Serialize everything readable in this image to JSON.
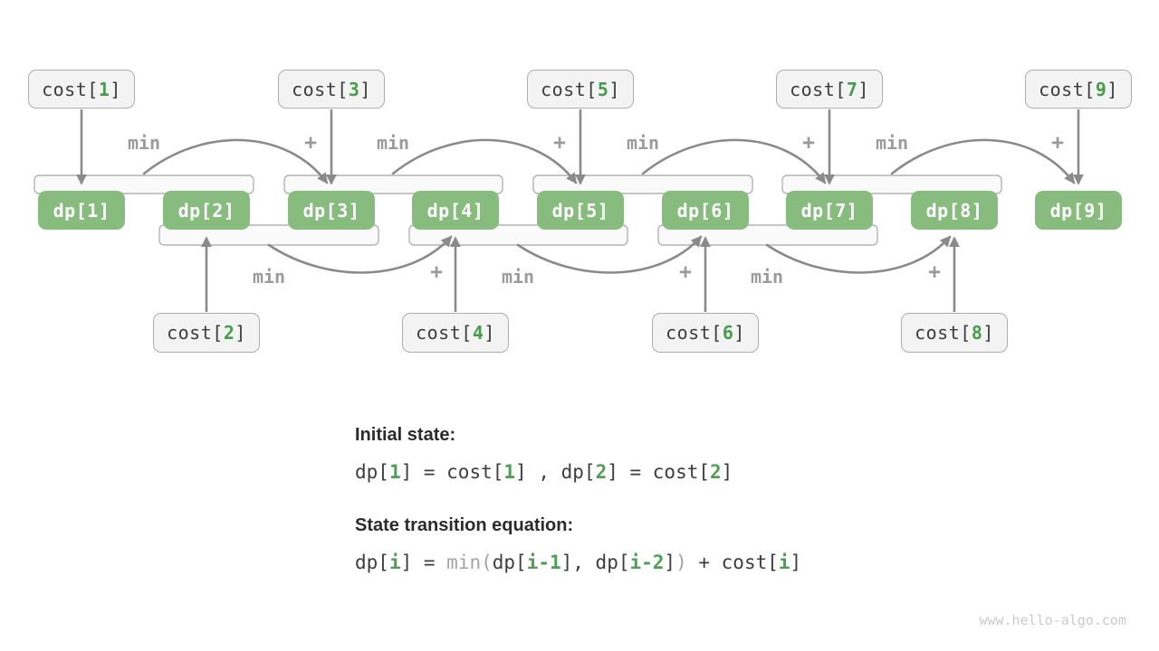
{
  "diagram": {
    "dp_boxes": [
      {
        "pre": "dp[",
        "num": "1",
        "suf": "]"
      },
      {
        "pre": "dp[",
        "num": "2",
        "suf": "]"
      },
      {
        "pre": "dp[",
        "num": "3",
        "suf": "]"
      },
      {
        "pre": "dp[",
        "num": "4",
        "suf": "]"
      },
      {
        "pre": "dp[",
        "num": "5",
        "suf": "]"
      },
      {
        "pre": "dp[",
        "num": "6",
        "suf": "]"
      },
      {
        "pre": "dp[",
        "num": "7",
        "suf": "]"
      },
      {
        "pre": "dp[",
        "num": "8",
        "suf": "]"
      },
      {
        "pre": "dp[",
        "num": "9",
        "suf": "]"
      }
    ],
    "cost_boxes_top": [
      {
        "pre": "cost[",
        "num": "1",
        "suf": "]"
      },
      {
        "pre": "cost[",
        "num": "3",
        "suf": "]"
      },
      {
        "pre": "cost[",
        "num": "5",
        "suf": "]"
      },
      {
        "pre": "cost[",
        "num": "7",
        "suf": "]"
      },
      {
        "pre": "cost[",
        "num": "9",
        "suf": "]"
      }
    ],
    "cost_boxes_bottom": [
      {
        "pre": "cost[",
        "num": "2",
        "suf": "]"
      },
      {
        "pre": "cost[",
        "num": "4",
        "suf": "]"
      },
      {
        "pre": "cost[",
        "num": "6",
        "suf": "]"
      },
      {
        "pre": "cost[",
        "num": "8",
        "suf": "]"
      }
    ],
    "op_labels": {
      "min": "min",
      "plus": "+"
    }
  },
  "notes": {
    "initial": {
      "title": "Initial state:",
      "segments": [
        {
          "text": "dp["
        },
        {
          "text": "1"
        },
        {
          "text": "] = cost["
        },
        {
          "text": "1"
        },
        {
          "text": "] , dp["
        },
        {
          "text": "2"
        },
        {
          "text": "] = cost["
        },
        {
          "text": "2"
        },
        {
          "text": "]"
        }
      ]
    },
    "transition": {
      "title": "State transition equation:",
      "segments": [
        {
          "text": "dp["
        },
        {
          "text": "i"
        },
        {
          "text": "] = "
        },
        {
          "text": "min("
        },
        {
          "text": "dp["
        },
        {
          "text": "i-1"
        },
        {
          "text": "], dp["
        },
        {
          "text": "i-2"
        },
        {
          "text": "]"
        },
        {
          "text": ")"
        },
        {
          "text": " + cost["
        },
        {
          "text": "i"
        },
        {
          "text": "]"
        }
      ]
    }
  },
  "watermark": "www.hello-algo.com",
  "colors": {
    "node_green": "#87BC7E",
    "accent_green": "#479B4C",
    "text_dark": "#3D3D3D",
    "label_gray": "#9B9B9B",
    "arrow_gray": "#8A8A8A",
    "box_fill": "#F3F3F3",
    "box_border": "#ADADAD",
    "bracket_fill": "#FAFAFA",
    "bracket_border": "#B3B3B3"
  }
}
